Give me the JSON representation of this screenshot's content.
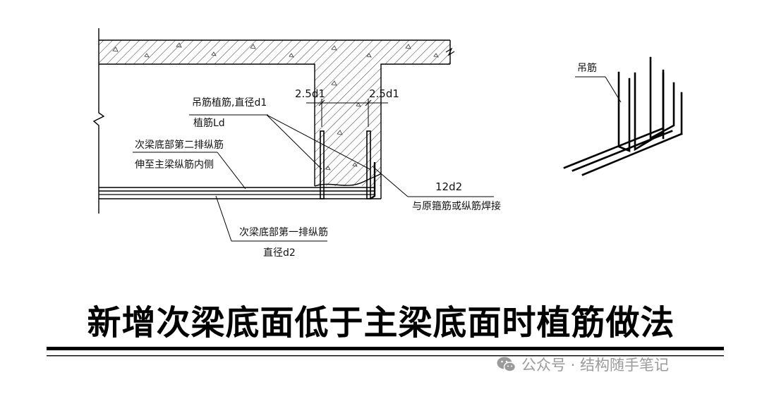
{
  "labels": {
    "hanger_planted": "吊筋植筋,直径d1",
    "planted_ld": "植筋Ld",
    "second_row_line1": "次梁底部第二排纵筋",
    "second_row_line2": "伸至主梁纵筋内侧",
    "first_row_line1": "次梁底部第一排纵筋",
    "first_row_line2": "直径d2",
    "dim_left": "2.5d1",
    "dim_right": "2.5d1",
    "weld_length": "12d2",
    "weld_note": "与原箍筋或纵筋焊接",
    "hanger_detail": "吊筋"
  },
  "title": "新增次梁底面低于主梁底面时植筋做法",
  "watermark": {
    "text": "公众号 · 结构随手笔记",
    "icon": "wechat-icon"
  },
  "colors": {
    "line": "#000000",
    "watermark": "#9a9a9a"
  }
}
